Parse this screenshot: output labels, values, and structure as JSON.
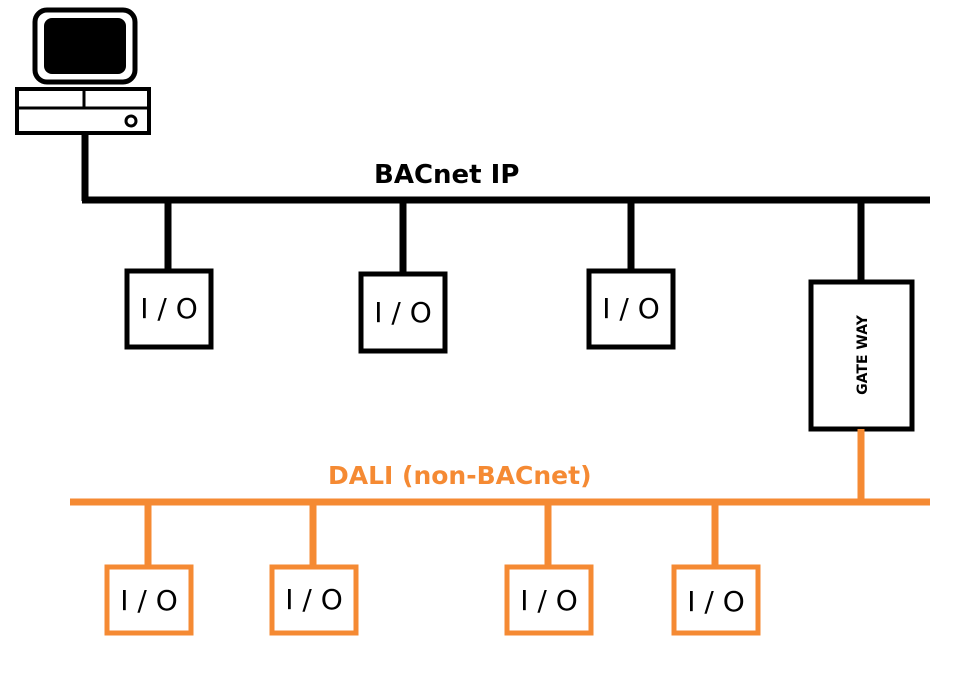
{
  "colors": {
    "bacnet_line": "#000000",
    "dali_line": "#f58a33"
  },
  "computer": {
    "icon": "desktop-computer-icon"
  },
  "bacnet_bus": {
    "label": "BACnet IP",
    "devices": [
      {
        "label": "I / O"
      },
      {
        "label": "I / O"
      },
      {
        "label": "I / O"
      }
    ]
  },
  "gateway": {
    "label": "GATE WAY"
  },
  "dali_bus": {
    "label": "DALI (non-BACnet)",
    "devices": [
      {
        "label": "I / O"
      },
      {
        "label": "I / O"
      },
      {
        "label": "I / O"
      },
      {
        "label": "I / O"
      }
    ]
  }
}
